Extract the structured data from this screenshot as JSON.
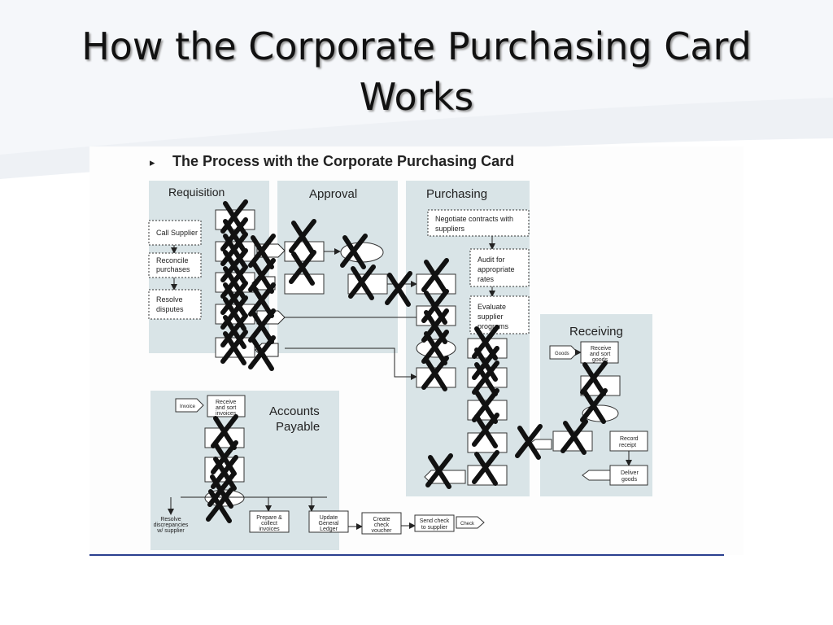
{
  "slide": {
    "title_line1": "How the Corporate Purchasing Card",
    "title_line2": "Works"
  },
  "diagram": {
    "heading_marker": "▸",
    "heading": "The Process with the Corporate Purchasing Card",
    "lanes": {
      "requisition": "Requisition",
      "approval": "Approval",
      "purchasing": "Purchasing",
      "receiving": "Receiving",
      "accounts_payable_1": "Accounts",
      "accounts_payable_2": "Payable"
    },
    "boxes": {
      "call_supplier": "Call Supplier",
      "reconcile_1": "Reconcile",
      "reconcile_2": "purchases",
      "resolve_1": "Resolve",
      "resolve_2": "disputes",
      "negotiate_1": "Negotiate contracts with",
      "negotiate_2": "suppliers",
      "audit_1": "Audit for",
      "audit_2": "appropriate",
      "audit_3": "rates",
      "evaluate_1": "Evaluate",
      "evaluate_2": "supplier",
      "evaluate_3": "programs",
      "receive_goods_1": "Receive",
      "receive_goods_2": "and sort",
      "receive_goods_3": "goods",
      "record_receipt_1": "Record",
      "record_receipt_2": "receipt",
      "deliver_goods_1": "Deliver",
      "deliver_goods_2": "goods",
      "receive_invoices_1": "Receive",
      "receive_invoices_2": "and sort",
      "receive_invoices_3": "invoices",
      "prepare_1": "Prepare &",
      "prepare_2": "collect",
      "prepare_3": "invoices",
      "update_1": "Update",
      "update_2": "General",
      "update_3": "Ledger",
      "create_1": "Create",
      "create_2": "check",
      "create_3": "voucher",
      "send_1": "Send check",
      "send_2": "to supplier",
      "resolve_disc_1": "Resolve",
      "resolve_disc_2": "discrepancies",
      "resolve_disc_3": "w/ supplier"
    },
    "arrow_tags": {
      "goods": "Goods",
      "invoice": "Invoice",
      "check": "Check"
    },
    "crossed_out_count": 40
  }
}
